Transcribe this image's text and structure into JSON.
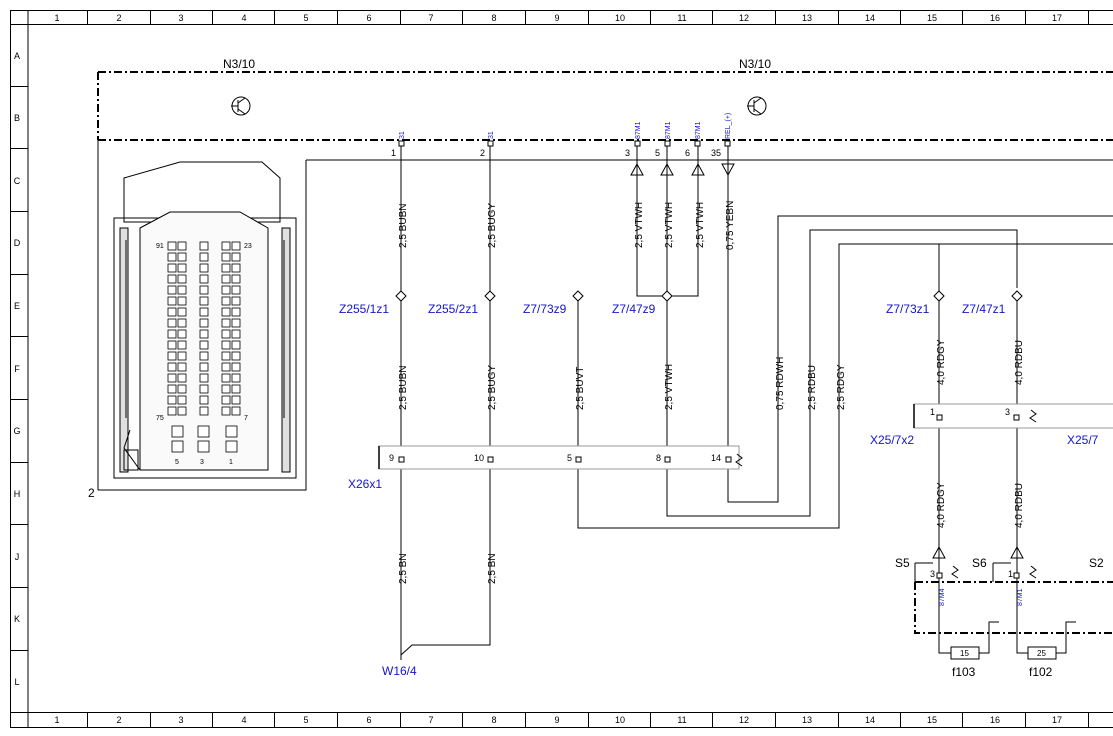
{
  "grid": {
    "columns": [
      "1",
      "2",
      "3",
      "4",
      "5",
      "6",
      "7",
      "8",
      "9",
      "10",
      "11",
      "12",
      "13",
      "14",
      "15",
      "16",
      "17"
    ],
    "rows": [
      "A",
      "B",
      "C",
      "D",
      "E",
      "F",
      "G",
      "H",
      "J",
      "K",
      "L"
    ]
  },
  "modules": {
    "left_label": "N3/10",
    "right_label": "N3/10",
    "ground_point": "2",
    "terminals": [
      {
        "num": "1",
        "name": "31"
      },
      {
        "num": "2",
        "name": "31"
      },
      {
        "num": "3",
        "name": "87M1"
      },
      {
        "num": "5",
        "name": "87M1"
      },
      {
        "num": "6",
        "name": "87M1"
      },
      {
        "num": "35",
        "name": "REL_(+)"
      }
    ]
  },
  "connector_face": {
    "top_left": "91",
    "top_right": "23",
    "bottom_left": "75",
    "bottom_right": "7",
    "b1": "5",
    "b2": "3",
    "b3": "1"
  },
  "wires": {
    "bubn_top": "2,5 BUBN",
    "bugy_top": "2,5 BUGY",
    "vtwh_a": "2,5 VTWH",
    "vtwh_b": "2,5 VTWH",
    "vtwh_c": "2,5 VTWH",
    "yebn": "0,75 YEBN",
    "bubn_mid": "2,5 BUBN",
    "bugy_mid": "2,5 BUGY",
    "buvt": "2,5 BUVT",
    "vtwh_mid": "2,5 VTWH",
    "rdwh": "0,75 RDWH",
    "rdbu": "2,5 RDBU",
    "rdgy": "2,5 RDGY",
    "rdgy_top": "4,0 RDGY",
    "rdbu_top": "4,0 RDBU",
    "rdgy_bot": "4,0 RDGY",
    "rdbu_bot": "4,0 RDBU",
    "bn_1": "2,5 BN",
    "bn_2": "2,5 BN"
  },
  "splices": [
    "Z255/1z1",
    "Z255/2z1",
    "Z7/73z9",
    "Z7/47z9",
    "Z7/73z1",
    "Z7/47z1"
  ],
  "connectors": {
    "x26x1": "X26x1",
    "x26_pins": [
      "9",
      "10",
      "5",
      "8",
      "14"
    ],
    "x25_7x2": "X25/7x2",
    "x25_pins": [
      "1",
      "3"
    ],
    "x25_right": "X25/7"
  },
  "ground": "W16/4",
  "relays": {
    "s5": "S5",
    "s6": "S6",
    "s2": "S2",
    "s5_pin": "3",
    "s6_pin": "1",
    "s5_term": "87M4",
    "s6_term": "87M1"
  },
  "fuses": [
    {
      "value": "15",
      "label": "f103"
    },
    {
      "value": "25",
      "label": "f102"
    }
  ]
}
